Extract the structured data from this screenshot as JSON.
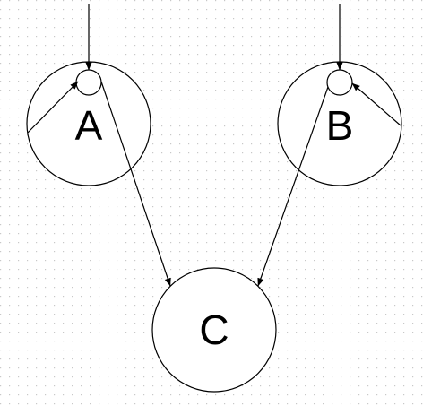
{
  "nodes": {
    "a": {
      "label": "A"
    },
    "b": {
      "label": "B"
    },
    "c": {
      "label": "C"
    }
  },
  "colors": {
    "stroke": "#000000",
    "grid_dot": "#c8c8c8",
    "background": "#ffffff"
  }
}
